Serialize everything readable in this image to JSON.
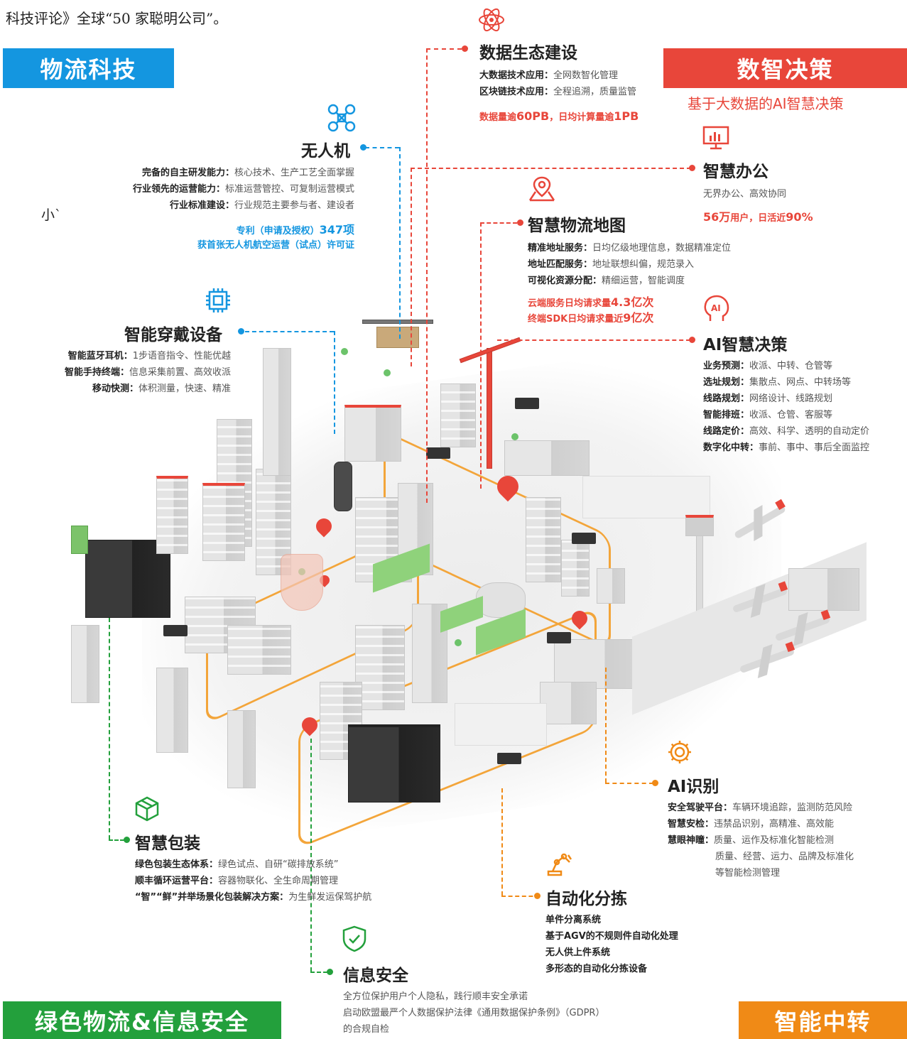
{
  "header_text": "科技评论》全球“50 家聪明公司”。",
  "stray_text": "小`",
  "banners": {
    "logistics_tech": "物流科技",
    "data_decision": "数智决策",
    "green_security": "绿色物流&信息安全",
    "smart_transfer": "智能中转"
  },
  "data_decision_subtitle": "基于大数据的AI智慧决策",
  "colors": {
    "red": "#e8463a",
    "blue": "#1496e0",
    "green": "#23a03c",
    "orange": "#f08a16"
  },
  "sections": {
    "data_ecosystem": {
      "title": "数据生态建设",
      "icon": "atom-icon",
      "lines": [
        {
          "k": "大数据技术应用：",
          "v": "全网数智化管理"
        },
        {
          "k": "区块链技术应用：",
          "v": "全程追溯，质量监管"
        }
      ],
      "stat_prefix": "数据量逾",
      "stat_v1": "60PB",
      "stat_mid": "，日均计算量逾",
      "stat_v2": "1PB"
    },
    "drone": {
      "title": "无人机",
      "icon": "drone-icon",
      "lines": [
        {
          "k": "完备的自主研发能力：",
          "v": "核心技术、生产工艺全面掌握"
        },
        {
          "k": "行业领先的运营能力：",
          "v": "标准运营管控、可复制运营模式"
        },
        {
          "k": "行业标准建设：",
          "v": "行业规范主要参与者、建设者"
        }
      ],
      "stat1_prefix": "专利（申请及授权）",
      "stat1_value": "347项",
      "stat2": "获首张无人机航空运营（试点）许可证"
    },
    "smart_office": {
      "title": "智慧办公",
      "icon": "monitor-chart-icon",
      "desc": "无界办公、高效协同",
      "stat_v1": "56万",
      "stat_mid": "用户，日活近",
      "stat_v2": "90%"
    },
    "smart_map": {
      "title": "智慧物流地图",
      "icon": "map-pin-icon",
      "lines": [
        {
          "k": "精准地址服务：",
          "v": "日均亿级地理信息，数据精准定位"
        },
        {
          "k": "地址匹配服务：",
          "v": "地址联想纠偏，规范录入"
        },
        {
          "k": "可视化资源分配：",
          "v": "精细运营，智能调度"
        }
      ],
      "stat1_prefix": "云端服务日均请求量",
      "stat1_value": "4.3亿次",
      "stat2_prefix": "终端SDK日均请求量近",
      "stat2_value": "9亿次"
    },
    "wearable": {
      "title": "智能穿戴设备",
      "icon": "chip-icon",
      "lines": [
        {
          "k": "智能蓝牙耳机：",
          "v": "1步语音指令、性能优越"
        },
        {
          "k": "智能手持终端：",
          "v": "信息采集前置、高效收派"
        },
        {
          "k": "移动快测：",
          "v": "体积测量，快速、精准"
        }
      ]
    },
    "ai_decision": {
      "title": "AI智慧决策",
      "icon": "ai-head-icon",
      "lines": [
        {
          "k": "业务预测：",
          "v": "收派、中转、仓管等"
        },
        {
          "k": "选址规划：",
          "v": "集散点、网点、中转场等"
        },
        {
          "k": "线路规划：",
          "v": "网络设计、线路规划"
        },
        {
          "k": "智能排班：",
          "v": "收派、仓管、客服等"
        },
        {
          "k": "线路定价：",
          "v": "高效、科学、透明的自动定价"
        },
        {
          "k": "数字化中转：",
          "v": "事前、事中、事后全面监控"
        }
      ]
    },
    "ai_recognition": {
      "title": "AI识别",
      "icon": "gear-icon",
      "lines": [
        {
          "k": "安全驾驶平台：",
          "v": "车辆环境追踪，监测防范风险"
        },
        {
          "k": "智慧安检：",
          "v": "违禁品识别，高精准、高效能"
        },
        {
          "k": "慧眼神瞳：",
          "v": "质量、运作及标准化智能检测"
        },
        {
          "k": "",
          "v": "质量、经营、运力、品牌及标准化"
        },
        {
          "k": "",
          "v": "等智能检测管理"
        }
      ]
    },
    "smart_packaging": {
      "title": "智慧包装",
      "icon": "box-icon",
      "lines": [
        {
          "k": "绿色包装生态体系：",
          "v": "绿色试点、自研“碳排放系统”"
        },
        {
          "k": "顺丰循环运营平台：",
          "v": "容器物联化、全生命周期管理"
        },
        {
          "k": "“智”“鲜”并举场景化包装解决方案：",
          "v": "为生鲜发运保驾护航"
        }
      ]
    },
    "auto_sorting": {
      "title": "自动化分拣",
      "icon": "robot-arm-icon",
      "lines": [
        "单件分离系统",
        "基于AGV的不规则件自动化处理",
        "无人供上件系统",
        "多形态的自动化分拣设备"
      ]
    },
    "info_security": {
      "title": "信息安全",
      "icon": "shield-check-icon",
      "lines": [
        "全方位保护用户个人隐私，践行顺丰安全承诺",
        "启动欧盟最严个人数据保护法律《通用数据保护条例》（GDPR）",
        "的合规自检"
      ]
    }
  }
}
